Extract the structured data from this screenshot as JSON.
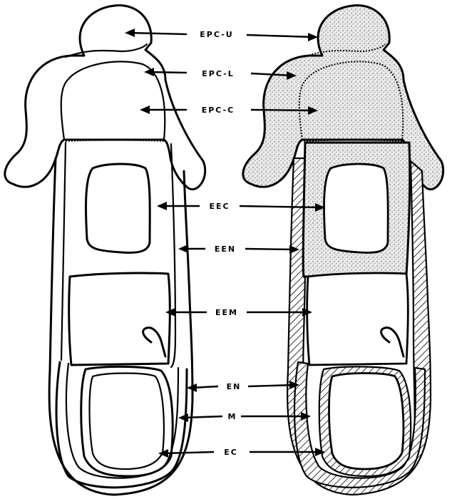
{
  "labels": [
    {
      "id": "epc-u",
      "text": "EPC-U"
    },
    {
      "id": "epc-l",
      "text": "EPC-L"
    },
    {
      "id": "epc-c",
      "text": "EPC-C"
    },
    {
      "id": "eec",
      "text": "EEC"
    },
    {
      "id": "een",
      "text": "EEN"
    },
    {
      "id": "eem",
      "text": "EEM"
    },
    {
      "id": "en",
      "text": "EN"
    },
    {
      "id": "m",
      "text": "M"
    },
    {
      "id": "ec",
      "text": "EC"
    }
  ]
}
